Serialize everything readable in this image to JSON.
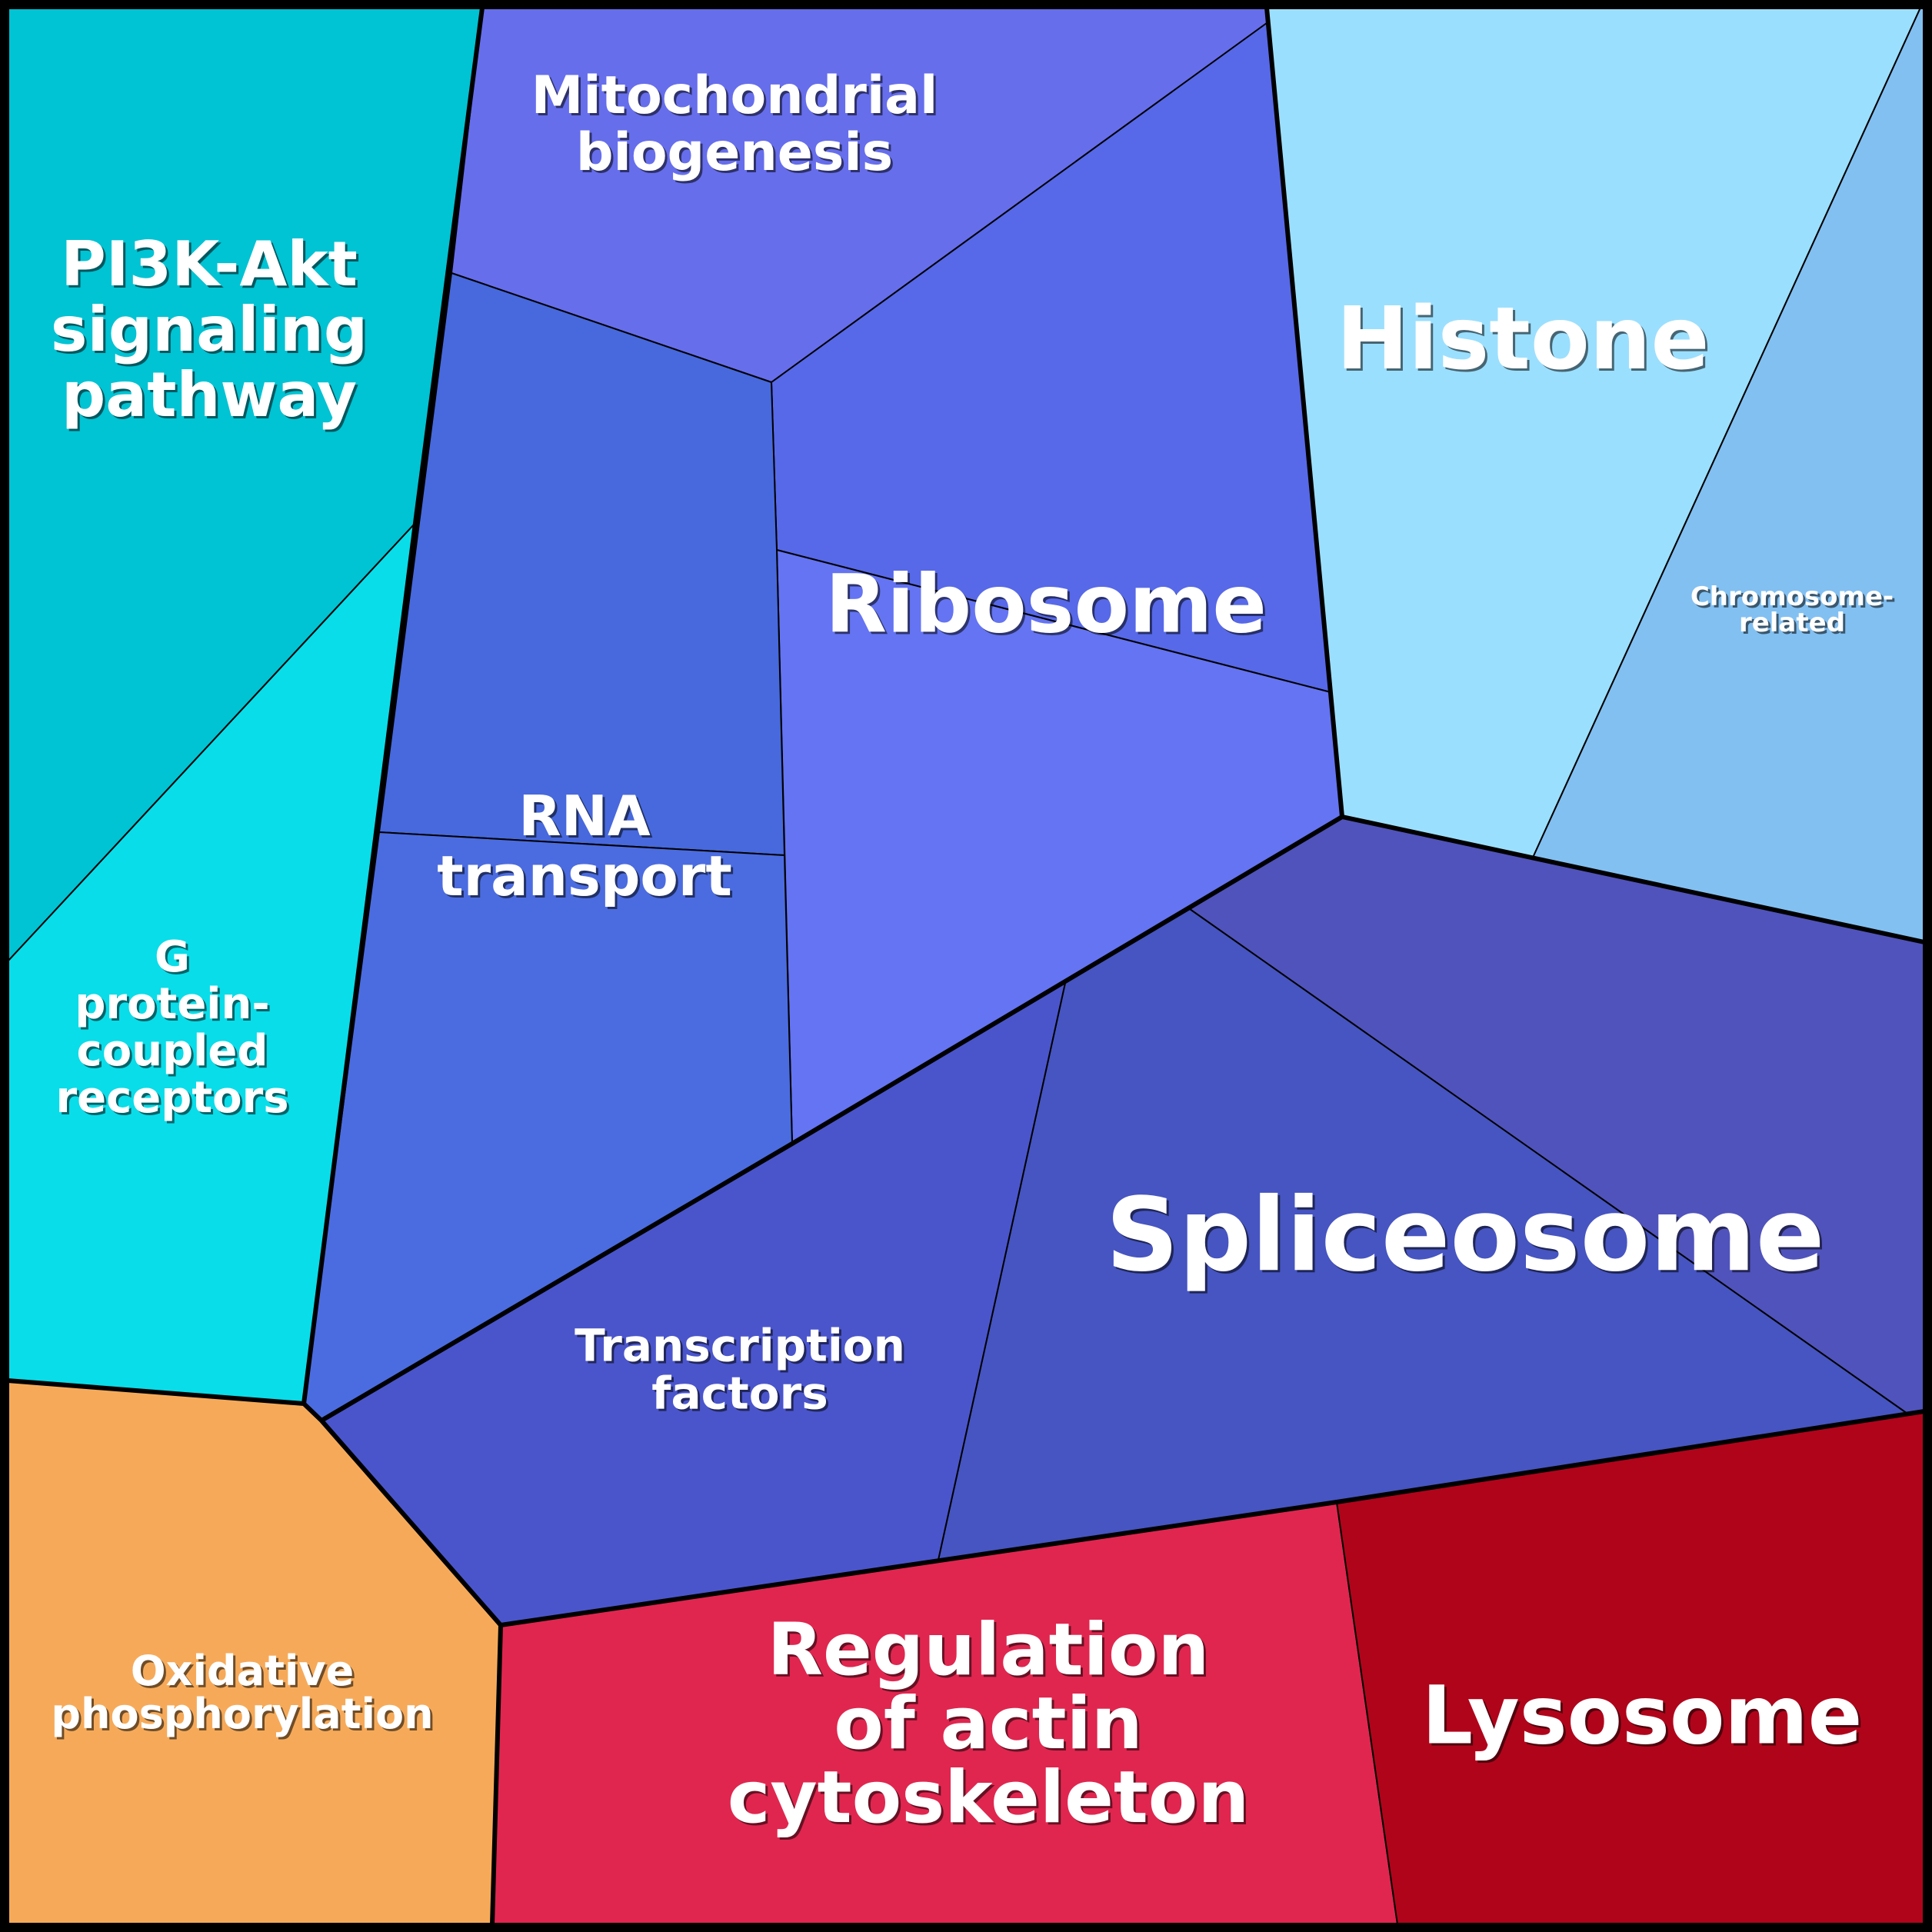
{
  "chart_data": {
    "type": "voronoi-treemap",
    "title": "",
    "cells": [
      {
        "id": "pi3k-akt",
        "label": "PI3K-Akt signaling pathway",
        "lines": [
          "PI3K-Akt",
          "signaling",
          "pathway"
        ],
        "color": "#00c3d3",
        "group": "signaling"
      },
      {
        "id": "gpcr",
        "label": "G protein-coupled receptors",
        "lines": [
          "G",
          "protein-",
          "coupled",
          "receptors"
        ],
        "color": "#09dde9",
        "group": "signaling"
      },
      {
        "id": "mito-bio",
        "label": "Mitochondrial biogenesis",
        "lines": [
          "Mitochondrial",
          "biogenesis"
        ],
        "color": "#666eec",
        "group": "rna-processing"
      },
      {
        "id": "ribosome-top",
        "label": "Ribosome",
        "lines": [],
        "color": "#5769e8",
        "group": "rna-processing"
      },
      {
        "id": "ribosome-low",
        "label": "Ribosome",
        "lines": [
          "Ribosome"
        ],
        "color": "#6474f2",
        "group": "rna-processing"
      },
      {
        "id": "rna-transport-top",
        "label": "RNA transport",
        "lines": [],
        "color": "#4769dd",
        "group": "rna-processing"
      },
      {
        "id": "rna-transport-low",
        "label": "RNA transport",
        "lines": [
          "RNA",
          "transport"
        ],
        "color": "#4b6ce0",
        "group": "rna-processing"
      },
      {
        "id": "histone",
        "label": "Histone",
        "lines": [
          "Histone"
        ],
        "color": "#9bdffe",
        "group": "chromatin"
      },
      {
        "id": "chromosome",
        "label": "Chromosome-related",
        "lines": [
          "Chromosome-",
          "related"
        ],
        "color": "#82c0f2",
        "group": "chromatin"
      },
      {
        "id": "spliceosome-a",
        "label": "Spliceosome",
        "lines": [],
        "color": "#5053bb",
        "group": "splicing"
      },
      {
        "id": "spliceosome-b",
        "label": "Spliceosome",
        "lines": [
          "Spliceosome"
        ],
        "color": "#4655c1",
        "group": "splicing"
      },
      {
        "id": "transcription",
        "label": "Transcription factors",
        "lines": [
          "Transcription",
          "factors"
        ],
        "color": "#4a55cc",
        "group": "splicing"
      },
      {
        "id": "oxphos",
        "label": "Oxidative phosphorylation",
        "lines": [
          "Oxidative",
          "phosphorylation"
        ],
        "color": "#f6aa59",
        "group": "energy"
      },
      {
        "id": "actin",
        "label": "Regulation of actin cytoskeleton",
        "lines": [
          "Regulation",
          "of actin",
          "cytoskeleton"
        ],
        "color": "#e0264f",
        "group": "cytoskeleton"
      },
      {
        "id": "lysosome",
        "label": "Lysosome",
        "lines": [
          "Lysosome"
        ],
        "color": "#b0041b",
        "group": "cytoskeleton"
      }
    ],
    "border_color": "#000000",
    "label_color": "#ffffff"
  }
}
